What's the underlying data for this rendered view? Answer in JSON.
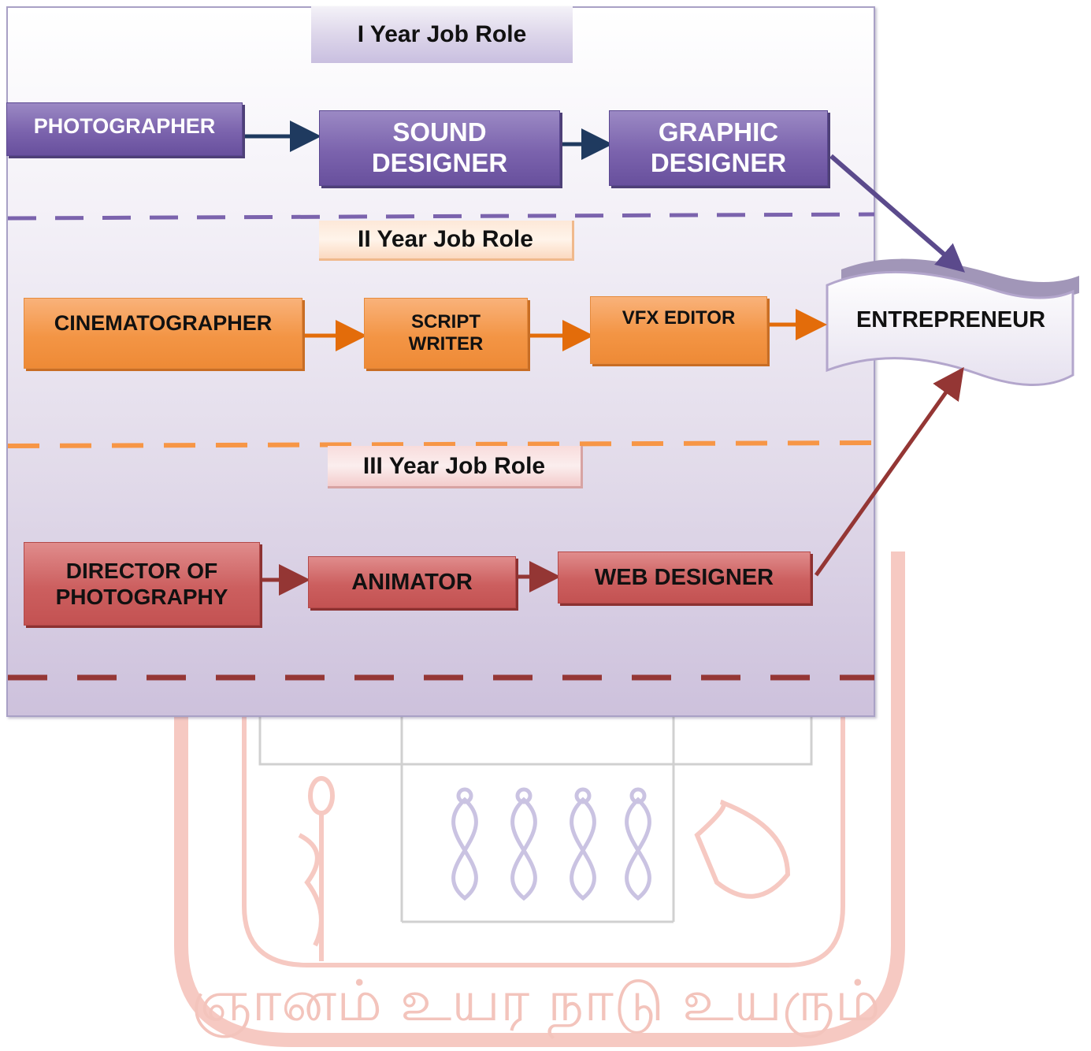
{
  "headers": {
    "year1": "I Year Job Role",
    "year2": "II Year Job Role",
    "year3": "III Year Job Role"
  },
  "year1_roles": {
    "photographer": "PHOTOGRAPHER",
    "sound_designer": "SOUND DESIGNER",
    "graphic_designer": "GRAPHIC DESIGNER"
  },
  "year2_roles": {
    "cinematographer": "CINEMATOGRAPHER",
    "script_writer": "SCRIPT WRITER",
    "vfx_editor": "VFX EDITOR"
  },
  "year3_roles": {
    "director": "DIRECTOR OF PHOTOGRAPHY",
    "animator": "ANIMATOR",
    "web_designer": "WEB DESIGNER"
  },
  "outcome": {
    "label": "ENTREPRENEUR"
  },
  "watermark": {
    "text": "ஞானம் உயர நாடு உயரும்"
  },
  "colors": {
    "year1": "#7b63ad",
    "year2": "#f39545",
    "year3": "#c35252",
    "arrow_year1": "#1f3a5f",
    "arrow_year2": "#e36c0a",
    "arrow_year3": "#943634",
    "arrow_to_outcome_top": "#5b4a8c",
    "divider_year1": "#7b63ad",
    "divider_year2": "#f79646",
    "divider_year3": "#953735"
  }
}
